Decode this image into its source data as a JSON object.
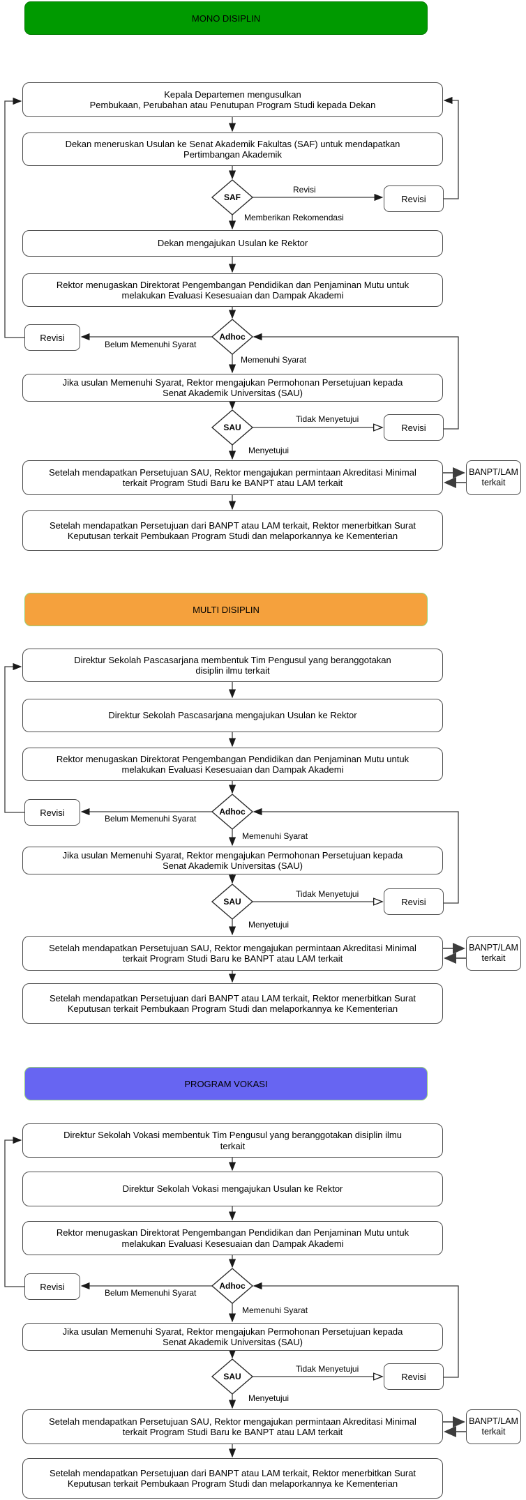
{
  "labels": {
    "revisi_edge": "Revisi",
    "memberikan_rekomendasi": "Memberikan Rekomendasi",
    "belum_memenuhi_syarat": "Belum Memenuhi Syarat",
    "memenuhi_syarat": "Memenuhi Syarat",
    "tidak_menyetujui": "Tidak Menyetujui",
    "menyetujui": "Menyetujui",
    "revisi_box": "Revisi",
    "banpt_box": "BANPT/LAM\nterkait",
    "diamond_saf": "SAF",
    "diamond_adhoc": "Adhoc",
    "diamond_sau": "SAU"
  },
  "colors": {
    "mono_header_fill": "#009a00",
    "multi_header_fill": "#f5a13d",
    "vokasi_header_fill": "#6765f2",
    "header_border_green": "#97d077",
    "box_border": "#4d4d4d",
    "gray_arrow": "#666666"
  },
  "sections": [
    {
      "header": "MONO DISIPLIN",
      "boxes": {
        "propose": "Kepala Departemen mengusulkan\nPembukaan, Perubahan atau Penutupan Program Studi kepada Dekan",
        "forward_saf": "Dekan meneruskan Usulan ke Senat Akademik Fakultas (SAF) untuk mendapatkan\nPertimbangan Akademik",
        "dean_to_rector": "Dekan mengajukan Usulan ke Rektor",
        "rector_assign": "Rektor menugaskan Direktorat Pengembangan Pendidikan dan Penjaminan Mutu untuk\nmelakukan Evaluasi Kesesuaian dan Dampak Akademi",
        "request_sau": "Jika usulan Memenuhi Syarat, Rektor mengajukan Permohonan Persetujuan kepada\nSenat Akademik Universitas (SAU)",
        "accreditation": "Setelah mendapatkan Persetujuan SAU, Rektor mengajukan permintaan Akreditasi Minimal\nterkait Program Studi Baru ke BANPT atau LAM terkait",
        "decree": "Setelah mendapatkan Persetujuan dari BANPT atau LAM terkait, Rektor menerbitkan Surat\nKeputusan terkait Pembukaan Program Studi dan melaporkannya ke Kementerian"
      }
    },
    {
      "header": "MULTI DISIPLIN",
      "boxes": {
        "form_team": "Direktur Sekolah Pascasarjana membentuk Tim Pengusul yang beranggotakan\ndisiplin ilmu terkait",
        "submit_rector": "Direktur Sekolah Pascasarjana mengajukan Usulan ke Rektor",
        "rector_assign": "Rektor menugaskan Direktorat Pengembangan Pendidikan dan Penjaminan Mutu untuk\nmelakukan Evaluasi Kesesuaian dan Dampak Akademi",
        "request_sau": "Jika usulan Memenuhi Syarat, Rektor mengajukan Permohonan Persetujuan kepada\nSenat Akademik Universitas (SAU)",
        "accreditation": "Setelah mendapatkan Persetujuan SAU, Rektor mengajukan permintaan Akreditasi Minimal\nterkait Program Studi Baru ke BANPT atau LAM terkait",
        "decree": "Setelah mendapatkan Persetujuan dari BANPT atau LAM terkait, Rektor menerbitkan Surat\nKeputusan terkait Pembukaan Program Studi dan melaporkannya ke Kementerian"
      }
    },
    {
      "header": "PROGRAM VOKASI",
      "boxes": {
        "form_team": "Direktur Sekolah Vokasi membentuk Tim Pengusul yang beranggotakan disiplin ilmu\nterkait",
        "submit_rector": "Direktur Sekolah Vokasi mengajukan Usulan ke Rektor",
        "rector_assign": "Rektor menugaskan Direktorat Pengembangan Pendidikan dan Penjaminan Mutu untuk\nmelakukan Evaluasi Kesesuaian dan Dampak Akademi",
        "request_sau": "Jika usulan Memenuhi Syarat, Rektor mengajukan Permohonan Persetujuan kepada\nSenat Akademik Universitas (SAU)",
        "accreditation": "Setelah mendapatkan Persetujuan SAU, Rektor mengajukan permintaan Akreditasi Minimal\nterkait Program Studi Baru ke BANPT atau LAM terkait",
        "decree": "Setelah mendapatkan Persetujuan dari BANPT atau LAM terkait, Rektor menerbitkan Surat\nKeputusan terkait Pembukaan Program Studi dan melaporkannya ke Kementerian"
      }
    }
  ]
}
